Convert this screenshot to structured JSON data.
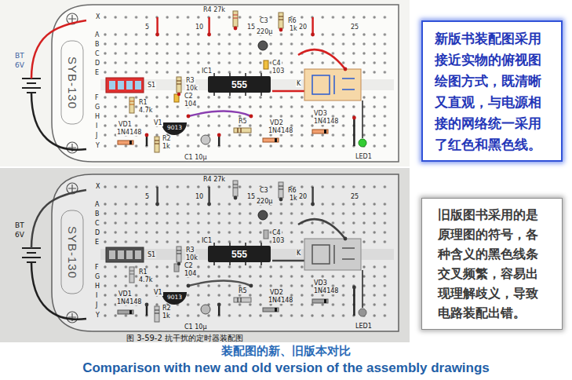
{
  "diagram": {
    "caption": "装配图的新、旧版本对比",
    "nodes": [
      {
        "text": [
          "SYB-130"
        ]
      },
      {
        "text": [
          "555"
        ],
        "in": 0
      },
      {
        "text": [
          "新版书装配图采用 接近实物的俯视图 绘图方式，既清晰 又直观，与电源相 接的网络统一采用 了红色和黑色线。"
        ]
      },
      {
        "text": [
          "SYB-130"
        ]
      },
      {
        "text": [
          "555"
        ],
        "in": 3
      },
      {
        "text": [
          "旧版图书采用的是 原理图的符号，各 种含义的黑色线条 交叉频繁，容易出 现理解歧义，导致 电路装配出错。"
        ]
      }
    ],
    "labels": [
      "BT",
      "6V",
      "X",
      "Y",
      "A",
      "B",
      "C",
      "D",
      "E",
      "F",
      "G",
      "H",
      "I",
      "J",
      "5",
      "10",
      "15",
      "20",
      "25",
      "R4 27k",
      "C3",
      "220μ",
      "R6",
      "1k",
      "S1",
      "R3",
      "10k",
      "IC1",
      "C4",
      "103",
      "K",
      "R1",
      "4.7k",
      "C2",
      "104",
      "V1",
      "9013",
      "R5",
      "VD2",
      "1N4148",
      "VD3",
      "1N4148",
      "VD1",
      "1N4148",
      "R2",
      "1k",
      "C1 10μ",
      "LED1",
      "BT",
      "6V",
      "X",
      "Y",
      "A",
      "B",
      "C",
      "D",
      "E",
      "F",
      "G",
      "H",
      "I",
      "J",
      "5",
      "10",
      "15",
      "20",
      "25",
      "R4 27k",
      "C3",
      "220μ",
      "R6",
      "1k",
      "S1",
      "R3",
      "10k",
      "IC1",
      "C4",
      "103",
      "K",
      "R1",
      "4.7k",
      "C2",
      "104",
      "V1",
      "9013",
      "R5",
      "VD2",
      "1N4148",
      "VD3",
      "1N4148",
      "VD1",
      "1N4148",
      "R2",
      "1k",
      "C1 10μ",
      "LED1",
      "图 3-59-2 抗干扰的定时器装配图",
      "Comparison with new and old version of the assembly drawings"
    ]
  }
}
